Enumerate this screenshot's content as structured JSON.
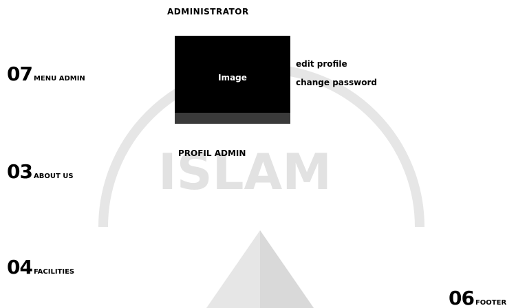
{
  "header": {
    "title": "ADMINISTRATOR"
  },
  "profile": {
    "image_label": "Image",
    "edit_profile": "edit profile",
    "change_password": "change password",
    "section_label": "PROFIL ADMIN"
  },
  "nav": {
    "menu_admin": {
      "number": "07",
      "label": "MENU ADMIN"
    },
    "about_us": {
      "number": "03",
      "label": "ABOUT US"
    },
    "facilities": {
      "number": "04",
      "label": "FACILITIES"
    },
    "footer": {
      "number": "06",
      "label": "FOOTER"
    }
  },
  "watermark": {
    "text": "ISLAM",
    "color": "#e4e4e4"
  }
}
